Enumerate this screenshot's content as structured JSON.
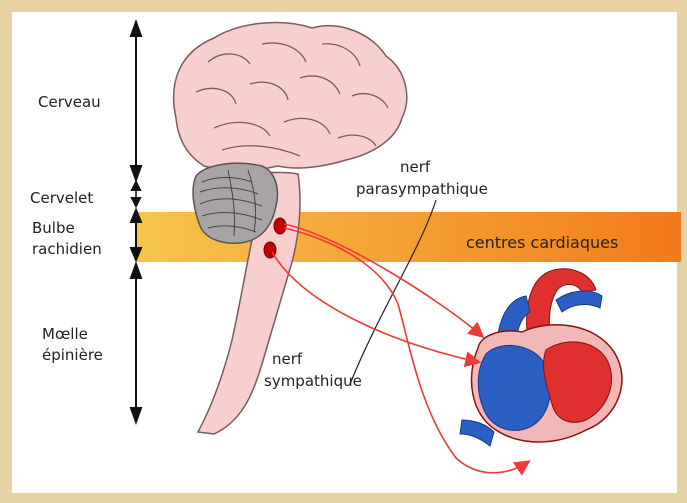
{
  "labels": {
    "cerveau": "Cerveau",
    "cervelet": "Cervelet",
    "bulbe_line1": "Bulbe",
    "bulbe_line2": "rachidien",
    "moelle_line1": "Mœlle",
    "moelle_line2": "épinière",
    "parasym_line1": "nerf",
    "parasym_line2": "parasympathique",
    "sym_line1": "nerf",
    "sym_line2": "sympathique",
    "centres": "centres cardiaques"
  },
  "colors": {
    "background_border": "#e7d2a4",
    "band_start": "#f6c54c",
    "band_end": "#f27a1a",
    "brain": "#f7cfcf",
    "brain_outline": "#7a5c5c",
    "nerve": "#ef3a3a",
    "heart_red": "#e03030",
    "heart_blue": "#2c5fc4",
    "heart_pink": "#f2b8b8"
  }
}
